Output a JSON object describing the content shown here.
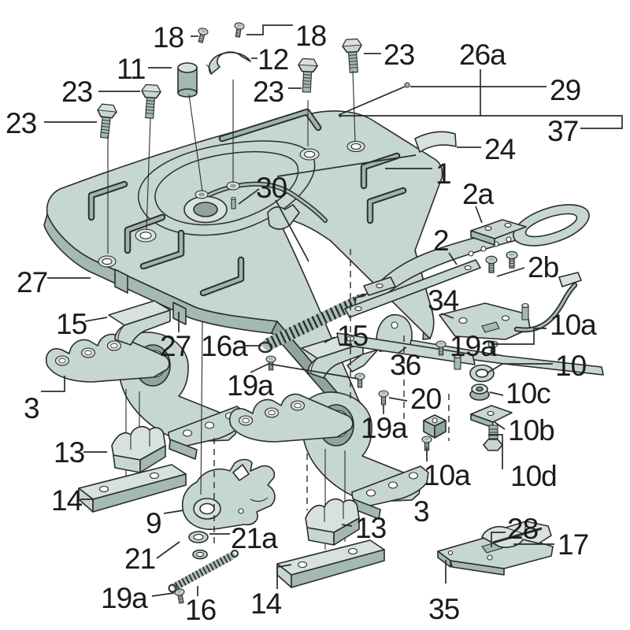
{
  "diagram": {
    "type": "exploded-parts-diagram",
    "subject": "fifth-wheel coupling assembly",
    "colors": {
      "background": "#ffffff",
      "outline": "#2c2c2c",
      "label_text": "#1b1b1b",
      "part_top": "#c6d6d0",
      "part_light": "#d7e2dd",
      "part_side": "#a3b9b1",
      "part_dark": "#8da59d"
    }
  },
  "callouts": {
    "c1": "1",
    "c2": "2",
    "c2a": "2a",
    "c2b": "2b",
    "c3a": "3",
    "c3b": "3",
    "c9": "9",
    "c10": "10",
    "c10a1": "10a",
    "c10a2": "10a",
    "c10b": "10b",
    "c10c": "10c",
    "c10d": "10d",
    "c11": "11",
    "c12": "12",
    "c13a": "13",
    "c13b": "13",
    "c14a": "14",
    "c14b": "14",
    "c15a": "15",
    "c15b": "15",
    "c16": "16",
    "c16a": "16a",
    "c17": "17",
    "c18a": "18",
    "c18b": "18",
    "c19a1": "19a",
    "c19a2": "19a",
    "c19a3": "19a",
    "c19a4": "19a",
    "c20": "20",
    "c21": "21",
    "c21a": "21a",
    "c23a": "23",
    "c23b": "23",
    "c23c": "23",
    "c23d": "23",
    "c24": "24",
    "c26a": "26a",
    "c27a": "27",
    "c27b": "27",
    "c28": "28",
    "c29": "29",
    "c30": "30",
    "c34": "34",
    "c35": "35",
    "c36": "36",
    "c37": "37"
  }
}
